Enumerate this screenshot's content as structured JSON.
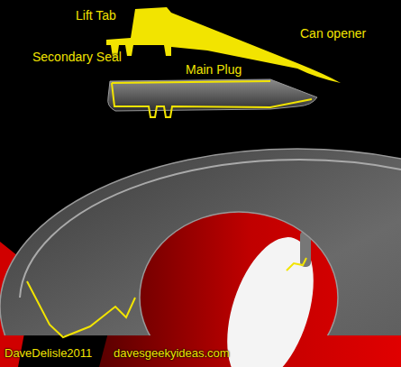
{
  "diagram": {
    "labels": [
      "Lift Tab",
      "Can opener",
      "Secondary Seal",
      "Main Plug",
      "DaveDelisle2011",
      "davesgeekyideas.com"
    ]
  }
}
